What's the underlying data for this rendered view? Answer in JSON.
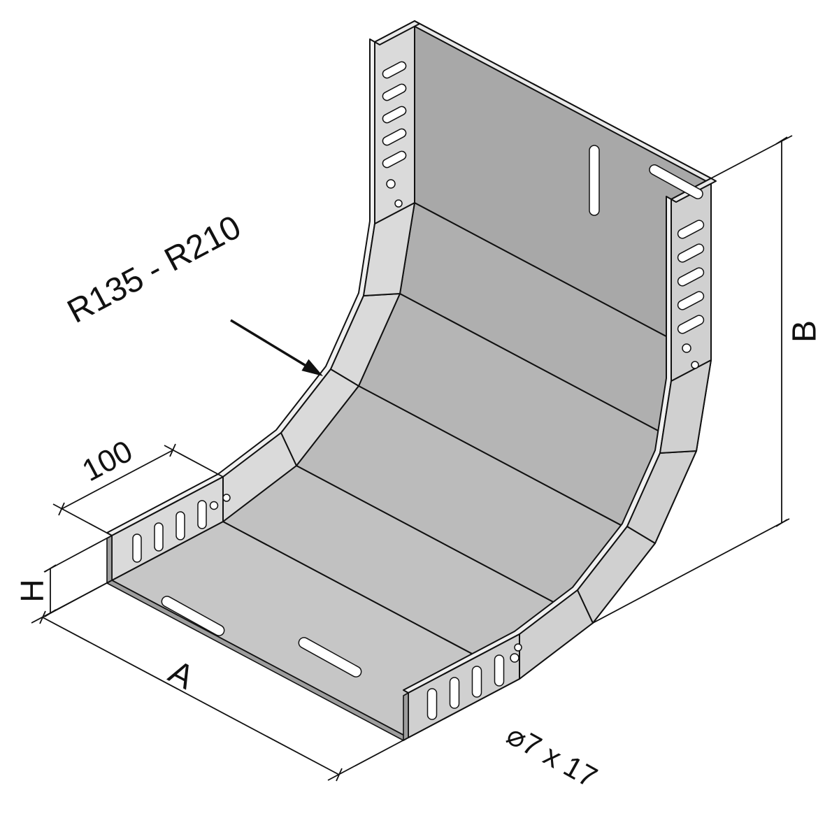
{
  "drawing": {
    "type": "technical-drawing",
    "subject": "cable-tray-90deg-vertical-internal-bend",
    "annotations": {
      "radius_range": "R135 - R210",
      "tangent_length": "100",
      "tray_height": "H",
      "tray_width": "A",
      "bend_height": "B",
      "slot_size": "⌀7 x 17"
    },
    "colors": {
      "background": "#ffffff",
      "outline": "#111111",
      "surface_inner_dark": "#a8a8a8",
      "surface_inner_mid": "#bbbbbb",
      "surface_inner_light": "#c6c6c6",
      "flange_far": "#dadada",
      "flange_near": "#d0d0d0",
      "edge_highlight": "#f0f0f0",
      "cut_edge": "#9e9e9e",
      "hole": "#ffffff"
    }
  }
}
